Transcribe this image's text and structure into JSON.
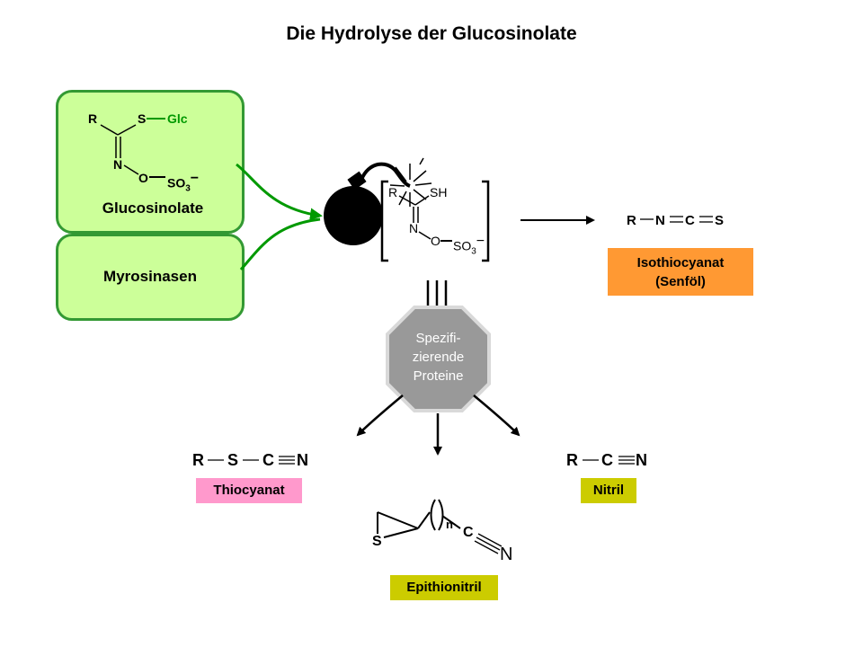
{
  "title": "Die Hydrolyse der Glucosinolate",
  "colors": {
    "green_fill": "#ccff99",
    "green_border": "#339933",
    "arrow_green": "#009900",
    "orange": "#ff9933",
    "pink": "#ff99cc",
    "olive": "#cccc00",
    "octagon": "#999999"
  },
  "glucosinolate": {
    "label": "Glucosinolate",
    "R": "R",
    "S": "S",
    "Glc": "Glc",
    "N": "N",
    "O": "O",
    "SO": "SO",
    "sub3": "3",
    "minus": "−"
  },
  "myrosinasen": {
    "label": "Myrosinasen"
  },
  "intermediate": {
    "R": "R",
    "SH": "SH",
    "N": "N",
    "O": "O",
    "SO": "SO",
    "sub3": "3",
    "minus": "−",
    "bomb_icon": "bomb-icon"
  },
  "isothiocyanat": {
    "formula": [
      "R",
      "N",
      "C",
      "S"
    ],
    "label_line1": "Isothiocyanat",
    "label_line2": "(Senföl)"
  },
  "octagon": {
    "line1": "Spezifi-",
    "line2": "zierende",
    "line3": "Proteine"
  },
  "thiocyanat": {
    "formula": [
      "R",
      "S",
      "C",
      "N"
    ],
    "label": "Thiocyanat"
  },
  "nitril": {
    "formula": [
      "R",
      "C",
      "N"
    ],
    "label": "Nitril"
  },
  "epithionitril": {
    "S": "S",
    "n": "n",
    "C": "C",
    "N": "N",
    "label": "Epithionitril"
  }
}
